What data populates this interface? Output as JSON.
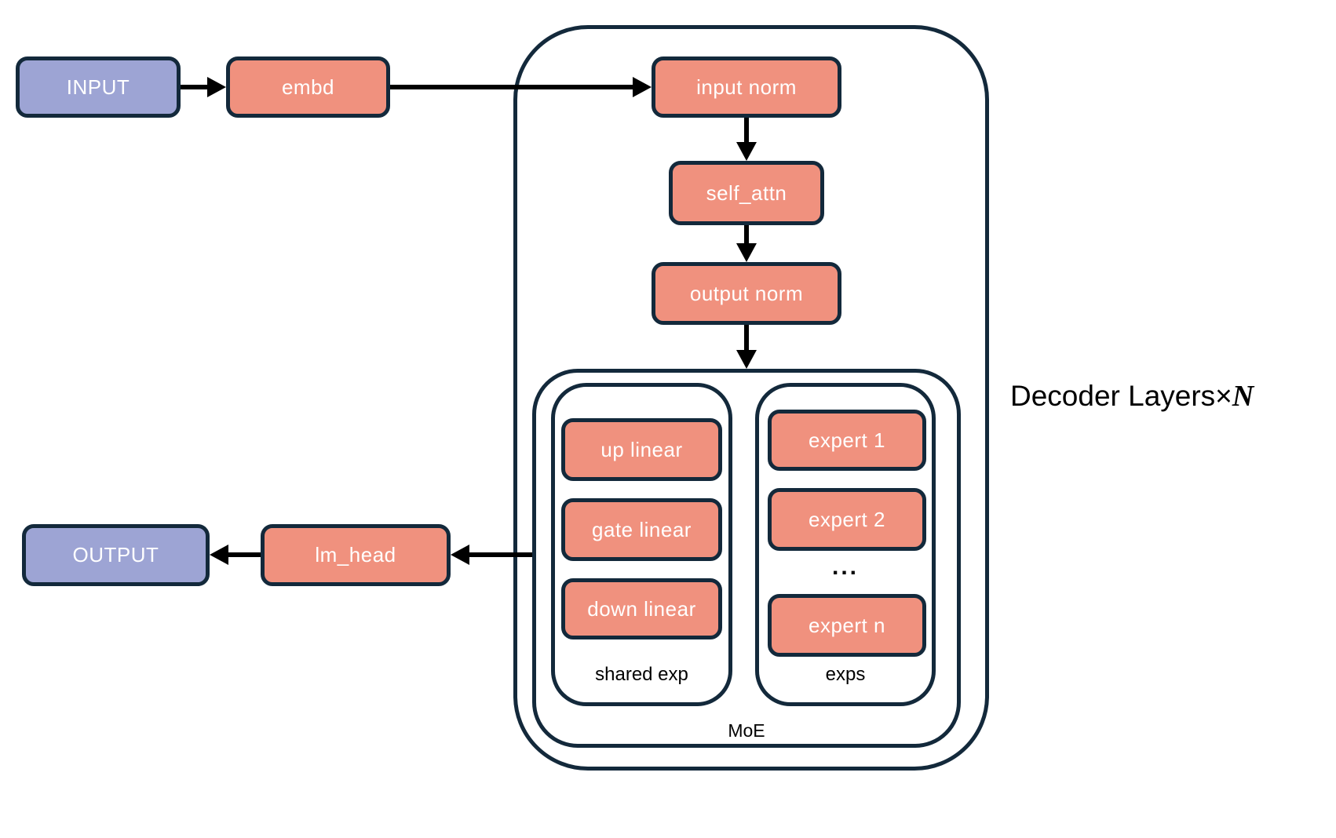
{
  "colors": {
    "background": "#ffffff",
    "node_fill": "#F0917E",
    "io_fill": "#9DA4D4",
    "border": "#13293B",
    "arrow": "#000000",
    "node_text": "#ffffff",
    "label_text": "#000000"
  },
  "nodes": {
    "input": {
      "label": "INPUT"
    },
    "embd": {
      "label": "embd"
    },
    "input_norm": {
      "label": "input norm"
    },
    "self_attn": {
      "label": "self_attn"
    },
    "output_norm": {
      "label": "output norm"
    },
    "lm_head": {
      "label": "lm_head"
    },
    "output": {
      "label": "OUTPUT"
    }
  },
  "decoder": {
    "label_prefix": "Decoder Layers×",
    "label_n": "N",
    "moe": {
      "label": "MoE",
      "shared_exp": {
        "label": "shared exp",
        "items": [
          "up linear",
          "gate linear",
          "down linear"
        ]
      },
      "exps": {
        "label": "exps",
        "items": [
          "expert 1",
          "expert 2",
          "expert n"
        ],
        "ellipsis": "..."
      }
    }
  }
}
